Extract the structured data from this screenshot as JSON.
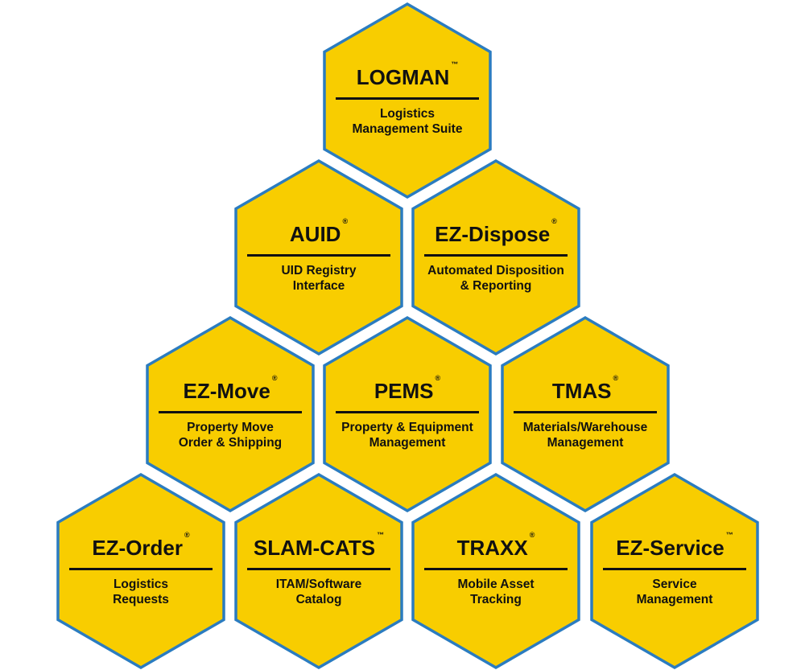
{
  "colors": {
    "fill": "#f8cd00",
    "border": "#2b7cc0",
    "text": "#111111"
  },
  "products": [
    {
      "name": "LOGMAN",
      "mark": "™",
      "desc": [
        "Logistics",
        "Management Suite"
      ]
    },
    {
      "name": "AUID",
      "mark": "®",
      "desc": [
        "UID Registry",
        "Interface"
      ]
    },
    {
      "name": "EZ-Dispose",
      "mark": "®",
      "desc": [
        "Automated Disposition",
        "& Reporting"
      ]
    },
    {
      "name": "EZ-Move",
      "mark": "®",
      "desc": [
        "Property Move",
        "Order & Shipping"
      ]
    },
    {
      "name": "PEMS",
      "mark": "®",
      "desc": [
        "Property & Equipment",
        "Management"
      ]
    },
    {
      "name": "TMAS",
      "mark": "®",
      "desc": [
        "Materials/Warehouse",
        "Management"
      ]
    },
    {
      "name": "EZ-Order",
      "mark": "®",
      "desc": [
        "Logistics",
        "Requests"
      ]
    },
    {
      "name": "SLAM-CATS",
      "mark": "™",
      "desc": [
        "ITAM/Software",
        "Catalog"
      ]
    },
    {
      "name": "TRAXX",
      "mark": "®",
      "desc": [
        "Mobile Asset",
        "Tracking"
      ]
    },
    {
      "name": "EZ-Service",
      "mark": "™",
      "desc": [
        "Service",
        "Management"
      ]
    }
  ]
}
